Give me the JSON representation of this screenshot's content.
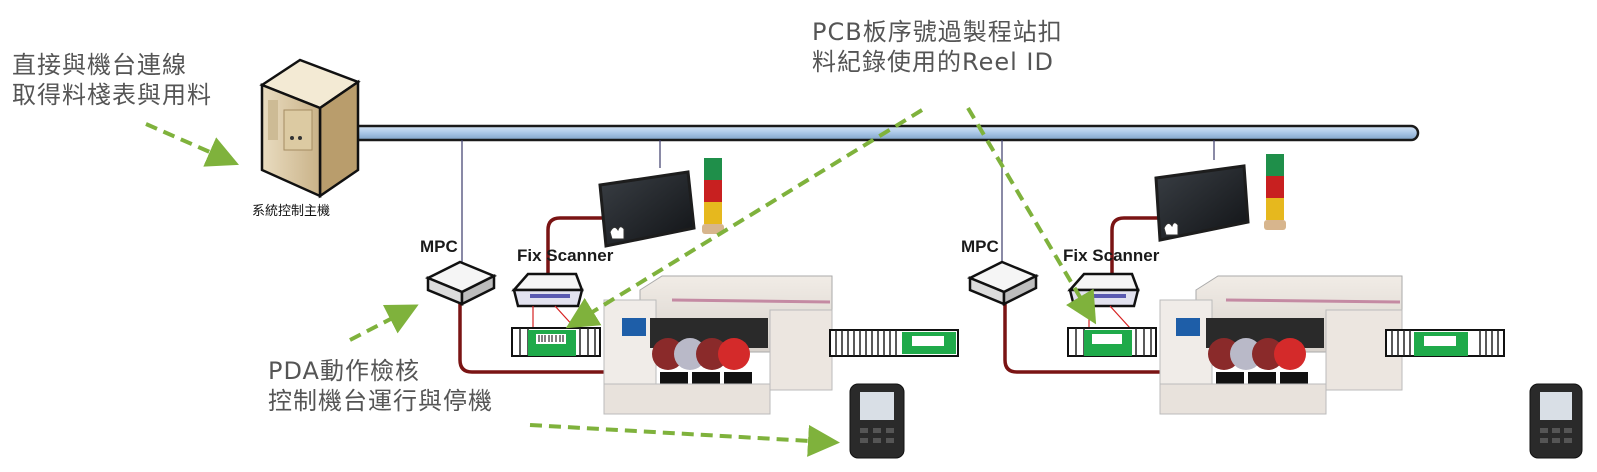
{
  "annotations": {
    "server_note": [
      "直接與機台連線",
      "取得料棧表與用料"
    ],
    "reel_note": [
      "PCB板序號過製程站扣",
      "料紀錄使用的Reel ID"
    ],
    "pda_note": [
      "PDA動作檢核",
      "控制機台運行與停機"
    ]
  },
  "server": {
    "caption": "系統控制主機"
  },
  "stations": [
    {
      "mpc_label": "MPC",
      "scanner_label": "Fix Scanner"
    },
    {
      "mpc_label": "MPC",
      "scanner_label": "Fix Scanner"
    }
  ],
  "colors": {
    "bus": "#a9c6e6",
    "arrow": "#7fb23c",
    "cable": "#7a1414",
    "pcb": "#1faa4a"
  }
}
